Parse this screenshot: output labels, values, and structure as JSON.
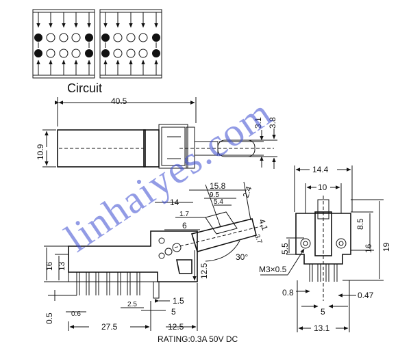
{
  "circuit": {
    "label": "Circuit",
    "banks": [
      [
        "filled",
        "open",
        "open",
        "open",
        "filled"
      ],
      [
        "filled",
        "open",
        "open",
        "open",
        "filled"
      ]
    ]
  },
  "top_view": {
    "width": "40.5",
    "height": "10.9",
    "shaft_small": "3.1",
    "shaft_large": "3.8"
  },
  "side_view": {
    "dims": {
      "d14": "14",
      "d15_8": "15.8",
      "d9_5": "9.5",
      "d5_4": "5.4",
      "d2_4": "2.4",
      "d1_7": "1.7",
      "d6": "6",
      "d4_1": "4.1",
      "d3_7": "3.7",
      "d16": "16",
      "d13": "13",
      "d12_5_v": "12.5",
      "d30": "30°",
      "d0_5": "0.5",
      "d0_6": "0.6",
      "d2_5": "2.5",
      "d1_5": "1.5",
      "d5": "5",
      "d27_5": "27.5",
      "d12_5_h": "12.5"
    }
  },
  "end_view": {
    "dims": {
      "d14_4": "14.4",
      "d10": "10",
      "d8_5": "8.5",
      "d5_5": "5.5",
      "d16": "16",
      "d19": "19",
      "screw": "M3×0.5",
      "d0_8": "0.8",
      "d0_47": "0.47",
      "d5": "5",
      "d13_1": "13.1"
    }
  },
  "rating": "RATING:0.3A 50V DC",
  "watermark": "linhaiyes.com"
}
